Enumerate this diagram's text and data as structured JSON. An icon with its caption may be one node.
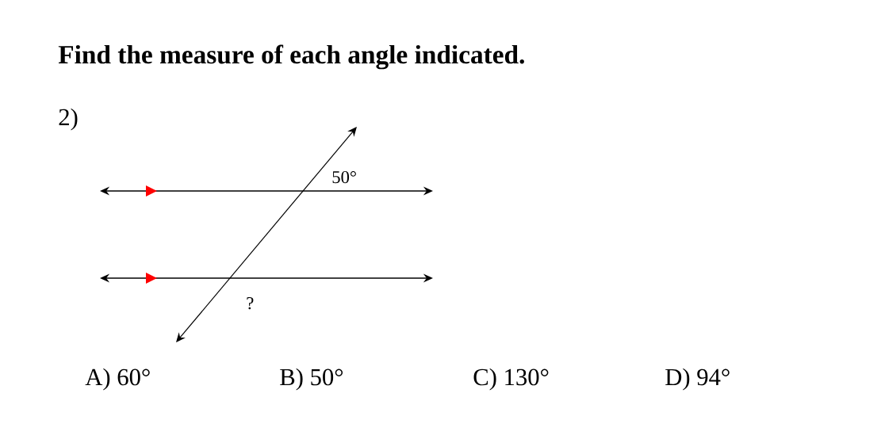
{
  "diagram": {
    "title": "Find the measure of each angle indicated.",
    "labels": [
      "2)",
      "50°",
      "?",
      "A) 60°",
      "B) 50°",
      "C) 130°",
      "D) 94°"
    ]
  }
}
